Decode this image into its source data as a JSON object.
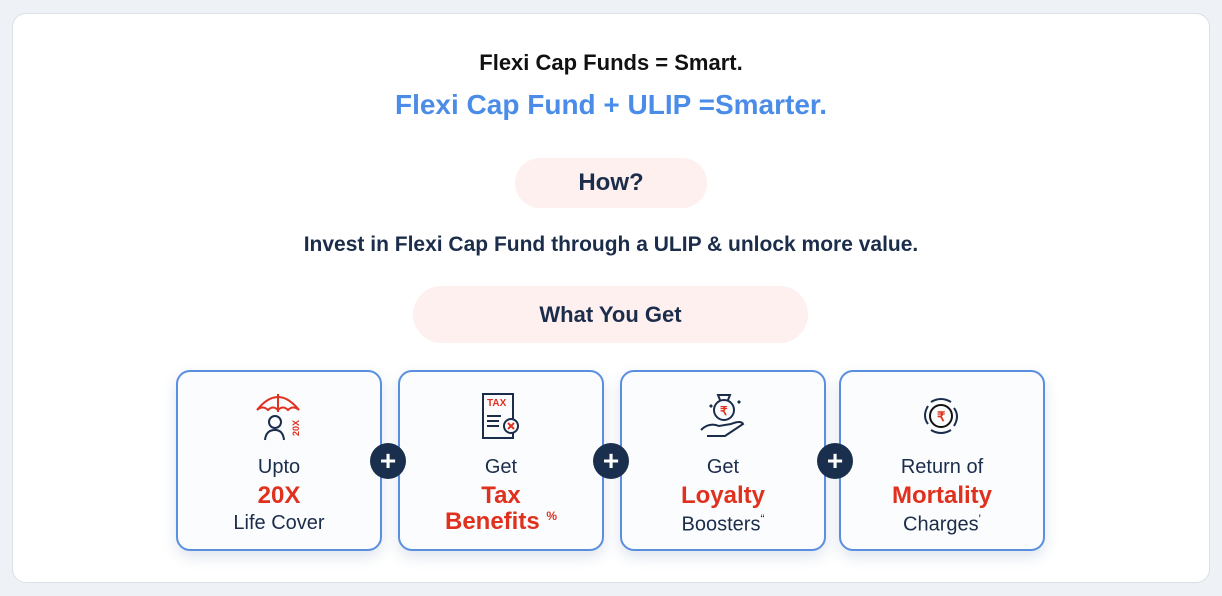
{
  "headline": "Flexi Cap Funds = Smart.",
  "subheadline": "Flexi Cap Fund + ULIP =Smarter.",
  "how_label": "How?",
  "invest_text": "Invest in Flexi Cap Fund through a ULIP & unlock more value.",
  "what_you_get_label": "What You Get",
  "plus_symbol": "+",
  "colors": {
    "accent_blue": "#4a8ce8",
    "highlight_red": "#e0301e",
    "navy": "#1a2f4d",
    "pill_bg": "#fdf0ef"
  },
  "cards": [
    {
      "icon": "umbrella-life-cover-icon",
      "line1": "Upto",
      "highlight": "20X",
      "line3": "Life Cover",
      "mark": ""
    },
    {
      "icon": "tax-document-icon",
      "line1": "Get",
      "highlight": "Tax",
      "line3": "Benefits",
      "mark": "%"
    },
    {
      "icon": "money-bag-hand-icon",
      "line1": "Get",
      "highlight": "Loyalty",
      "line3": "Boosters",
      "mark": "“"
    },
    {
      "icon": "rupee-cycle-icon",
      "line1": "Return of",
      "highlight": "Mortality",
      "line3": "Charges",
      "mark": "'"
    }
  ]
}
